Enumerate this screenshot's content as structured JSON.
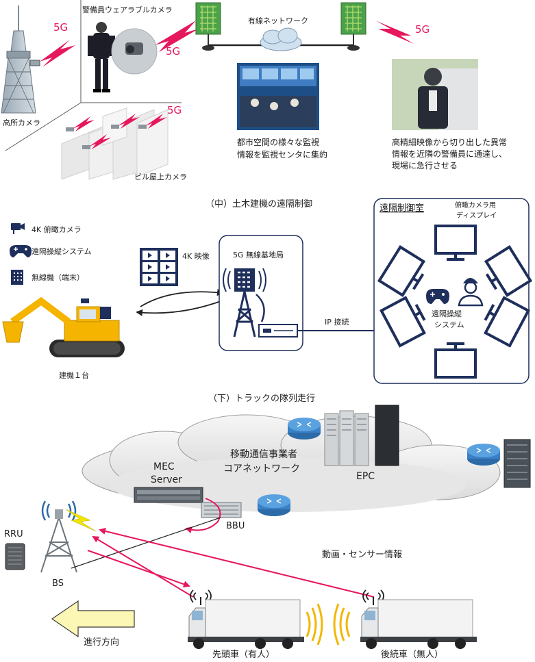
{
  "colors": {
    "accent_5g": "#e6175c",
    "navy": "#1e2f5c",
    "arrow_pink": "#e6175c",
    "excavator_yellow": "#f4b400",
    "direction_arrow": "#fdf7b5"
  },
  "top": {
    "label_5g": "5G",
    "tower_camera_label": "高所カメラ",
    "guard_camera_label": "警備員ウェアラブルカメラ",
    "rooftop_camera_label": "ビル屋上カメラ",
    "wired_network_label": "有線ネットワーク",
    "center_caption_line1": "都市空間の様々な監視",
    "center_caption_line2": "情報を監視センタに集約",
    "right_caption_line1": "高精細映像から切り出した異常",
    "right_caption_line2": "情報を近隣の警備員に通達し、",
    "right_caption_line3": "現場に急行させる"
  },
  "middle": {
    "title": "（中）土木建機の遠隔制御",
    "legend_camera": "4K 俯瞰カメラ",
    "legend_control": "遠隔操縦システム",
    "legend_radio": "無線機（端末）",
    "video_label": "4K 映像",
    "base_station_label": "5G 無線基地局",
    "ip_label": "IP 接続",
    "machine_label": "建機１台",
    "control_room_title": "遠隔制御室",
    "display_label_line1": "俯瞰カメラ用",
    "display_label_line2": "ディスプレイ",
    "system_label_line1": "遠隔操縦",
    "system_label_line2": "システム"
  },
  "bottom": {
    "title": "（下）トラックの隊列走行",
    "core_line1": "移動通信事業者",
    "core_line2": "コアネットワーク",
    "mec_line1": "MEC",
    "mec_line2": "Server",
    "epc_label": "EPC",
    "bbu_label": "BBU",
    "rru_label": "RRU",
    "bs_label": "BS",
    "info_label": "動画・センサー情報",
    "direction_label": "進行方向",
    "lead_truck_label": "先頭車（有人）",
    "follow_truck_label": "後続車（無人）"
  }
}
